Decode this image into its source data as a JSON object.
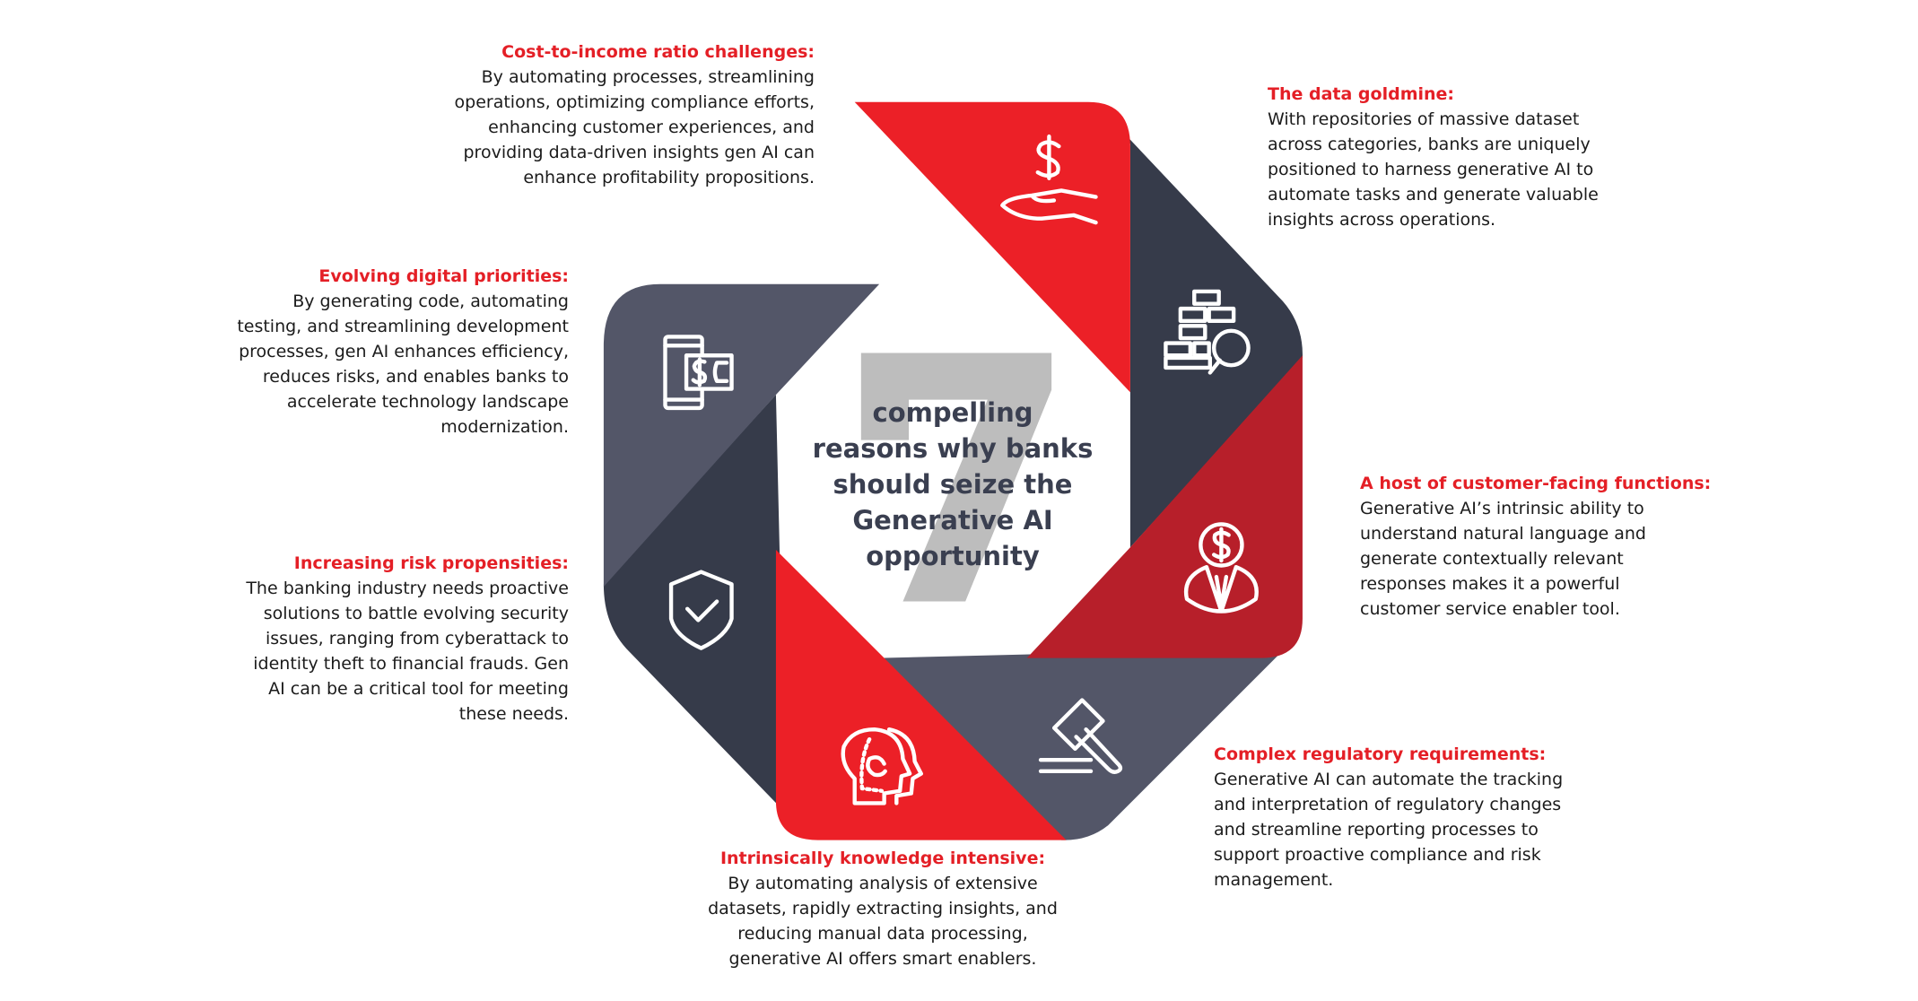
{
  "colors": {
    "red": "#ec2027",
    "dark_red": "#b71f2a",
    "navy": "#363b4a",
    "slate": "#535668",
    "seven": "#bdbdbd",
    "title_red": "#e41f26"
  },
  "center": {
    "number": "7",
    "lines": [
      "compelling",
      "reasons why banks",
      "should seize the",
      "Generative AI",
      "opportunity"
    ]
  },
  "reasons": [
    {
      "icon": "hand-dollar-icon",
      "title": "Cost-to-income ratio challenges:",
      "lines": [
        "By automating processes, streamlining",
        "operations, optimizing compliance efforts,",
        "enhancing customer experiences, and",
        "providing data-driven insights gen AI can",
        "enhance profitability propositions."
      ]
    },
    {
      "icon": "data-blocks-search-icon",
      "title": "The data goldmine:",
      "lines": [
        "With repositories of massive dataset",
        "across categories, banks are uniquely",
        "positioned to harness generative AI to",
        "automate tasks and generate valuable",
        "insights across operations."
      ]
    },
    {
      "icon": "dollar-person-icon",
      "title": "A host of customer-facing functions:",
      "lines": [
        "Generative AI’s intrinsic ability to",
        "understand natural language and",
        "generate contextually relevant",
        "responses makes it a powerful",
        "customer service enabler tool."
      ]
    },
    {
      "icon": "gavel-icon",
      "title": "Complex regulatory requirements:",
      "lines": [
        "Generative AI can automate the tracking",
        "and interpretation of regulatory changes",
        "and streamline reporting processes to",
        "support proactive compliance and risk",
        "management."
      ]
    },
    {
      "icon": "brain-head-icon",
      "title": "Intrinsically knowledge intensive:",
      "lines": [
        "By automating analysis of extensive",
        "datasets, rapidly extracting insights, and",
        "reducing manual data processing,",
        "generative AI offers smart enablers."
      ]
    },
    {
      "icon": "shield-check-icon",
      "title": "Increasing risk propensities:",
      "lines": [
        "The banking industry needs proactive",
        "solutions to battle evolving security",
        "issues, ranging from cyberattack to",
        "identity theft to financial frauds. Gen",
        "AI can be a critical tool for meeting",
        "these needs."
      ]
    },
    {
      "icon": "mobile-payment-icon",
      "title": "Evolving digital priorities:",
      "lines": [
        "By generating code, automating",
        "testing, and streamlining development",
        "processes, gen AI enhances efficiency,",
        "reduces risks, and enables banks to",
        "accelerate technology landscape",
        "modernization."
      ]
    }
  ]
}
